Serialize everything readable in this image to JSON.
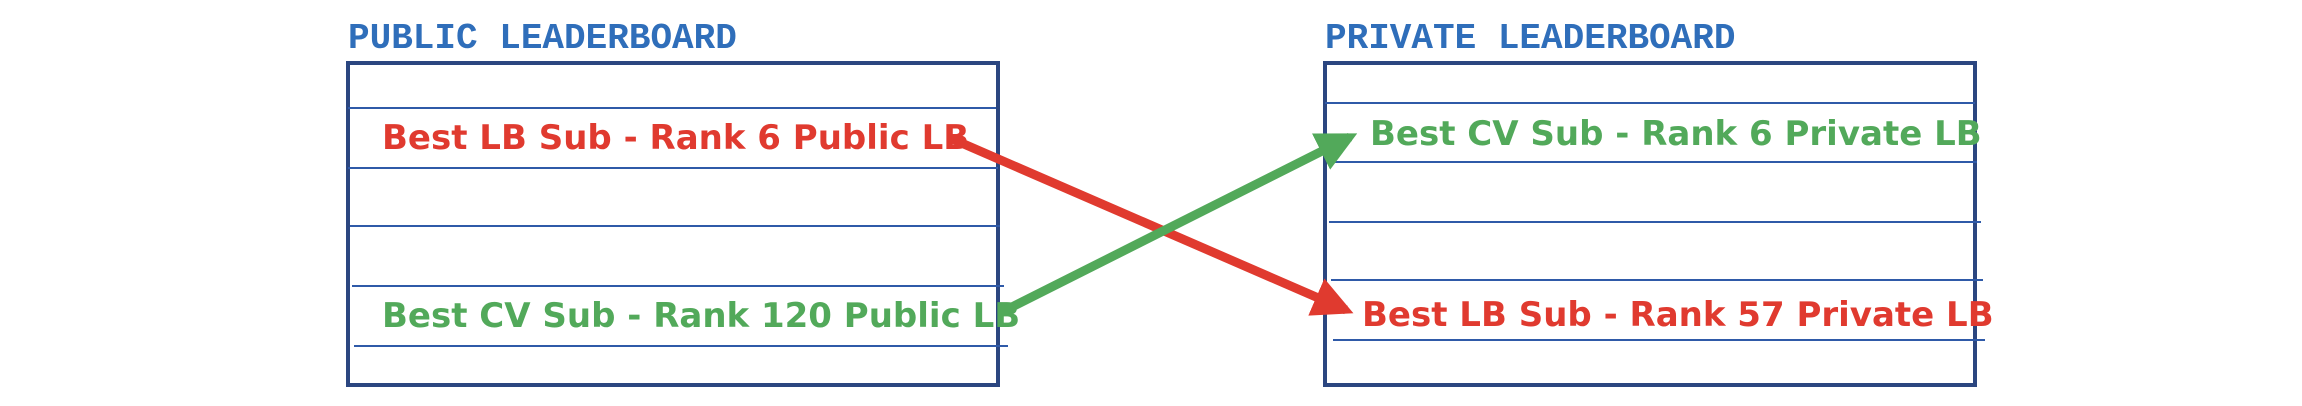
{
  "colors": {
    "title": "#2f6eba",
    "border": "#2b4680",
    "rule": "#2f5aa8",
    "red": "#e03a2f",
    "green": "#52a95a"
  },
  "public_board": {
    "title": "PUBLIC LEADERBOARD",
    "best_lb": "Best LB Sub - Rank 6 Public LB",
    "best_cv": "Best CV Sub - Rank 120 Public LB"
  },
  "private_board": {
    "title": "PRIVATE LEADERBOARD",
    "best_cv": "Best CV Sub - Rank 6 Private LB",
    "best_lb": "Best LB Sub - Rank 57 Private LB"
  },
  "arrows": [
    {
      "from": "public-best-lb",
      "to": "private-best-lb",
      "color": "red"
    },
    {
      "from": "public-best-cv",
      "to": "private-best-cv",
      "color": "green"
    }
  ]
}
